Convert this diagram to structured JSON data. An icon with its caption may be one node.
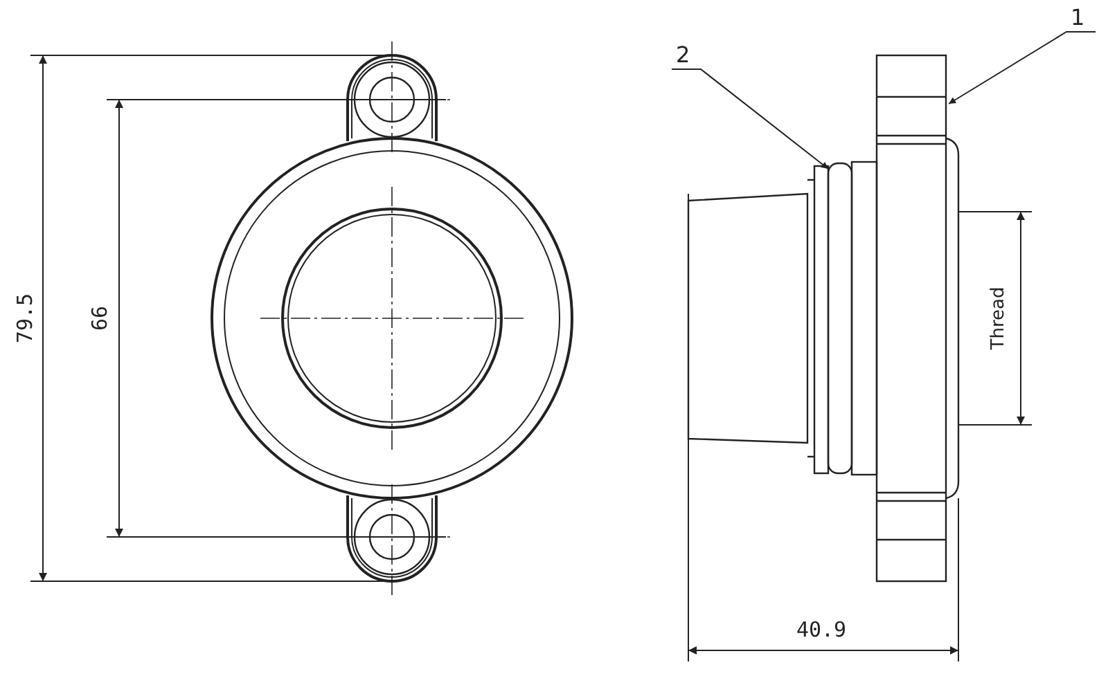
{
  "diagram": {
    "nodes": [
      {
        "text": [
          "1"
        ]
      },
      {
        "text": [
          "2"
        ]
      }
    ],
    "edges": [
      {
        "from": 0,
        "to": null,
        "arrow": "to"
      },
      {
        "from": 1,
        "to": null,
        "arrow": "to"
      }
    ],
    "labels": [
      "79.5",
      "66",
      "Thread",
      "40.9"
    ]
  }
}
